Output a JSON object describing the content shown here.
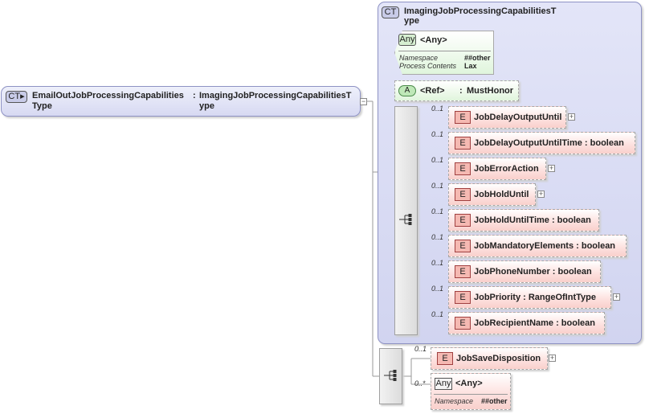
{
  "root": {
    "badge": "CT",
    "name_line1": "EmailOutJobProcessingCapabilities",
    "name_line2": "Type",
    "separator": ":",
    "type_line1": "ImagingJobProcessingCapabilitiesT",
    "type_line2": "ype",
    "toggle": "−"
  },
  "complex_type": {
    "badge": "CT",
    "title_line1": "ImagingJobProcessingCapabilitiesT",
    "title_line2": "ype"
  },
  "any_attr": {
    "badge": "Any",
    "label": "<Any>",
    "ns_label": "Namespace",
    "ns_value": "##other",
    "pc_label": "Process Contents",
    "pc_value": "Lax"
  },
  "attr_ref": {
    "badge": "A",
    "label": "<Ref>",
    "separator": ":",
    "value": "MustHonor"
  },
  "sequence_elements": [
    {
      "occ": "0..1",
      "badge": "E",
      "name": "JobDelayOutputUntil",
      "expandable": true
    },
    {
      "occ": "0..1",
      "badge": "E",
      "name": "JobDelayOutputUntilTime : boolean",
      "expandable": false
    },
    {
      "occ": "0..1",
      "badge": "E",
      "name": "JobErrorAction",
      "expandable": true
    },
    {
      "occ": "0..1",
      "badge": "E",
      "name": "JobHoldUntil",
      "expandable": true
    },
    {
      "occ": "0..1",
      "badge": "E",
      "name": "JobHoldUntilTime : boolean",
      "expandable": false
    },
    {
      "occ": "0..1",
      "badge": "E",
      "name": "JobMandatoryElements : boolean",
      "expandable": false
    },
    {
      "occ": "0..1",
      "badge": "E",
      "name": "JobPhoneNumber : boolean",
      "expandable": false
    },
    {
      "occ": "0..1",
      "badge": "E",
      "name": "JobPriority : RangeOfIntType",
      "expandable": true
    },
    {
      "occ": "0..1",
      "badge": "E",
      "name": "JobRecipientName : boolean",
      "expandable": false
    }
  ],
  "outer_sequence": {
    "save": {
      "occ": "0..1",
      "badge": "E",
      "name": "JobSaveDisposition",
      "expandable": true
    },
    "any": {
      "occ": "0..*",
      "badge": "Any",
      "label": "<Any>",
      "ns_label": "Namespace",
      "ns_value": "##other"
    }
  },
  "plus_glyph": "+",
  "colors": {
    "ct_fill": "#d7d9f2",
    "ct_border": "#8e92c4",
    "element_fill": "#fde2e0",
    "element_badge": "#f5b9b2",
    "attr_fill": "#e0f5dc",
    "sequence_fill": "#e6e6e6"
  }
}
